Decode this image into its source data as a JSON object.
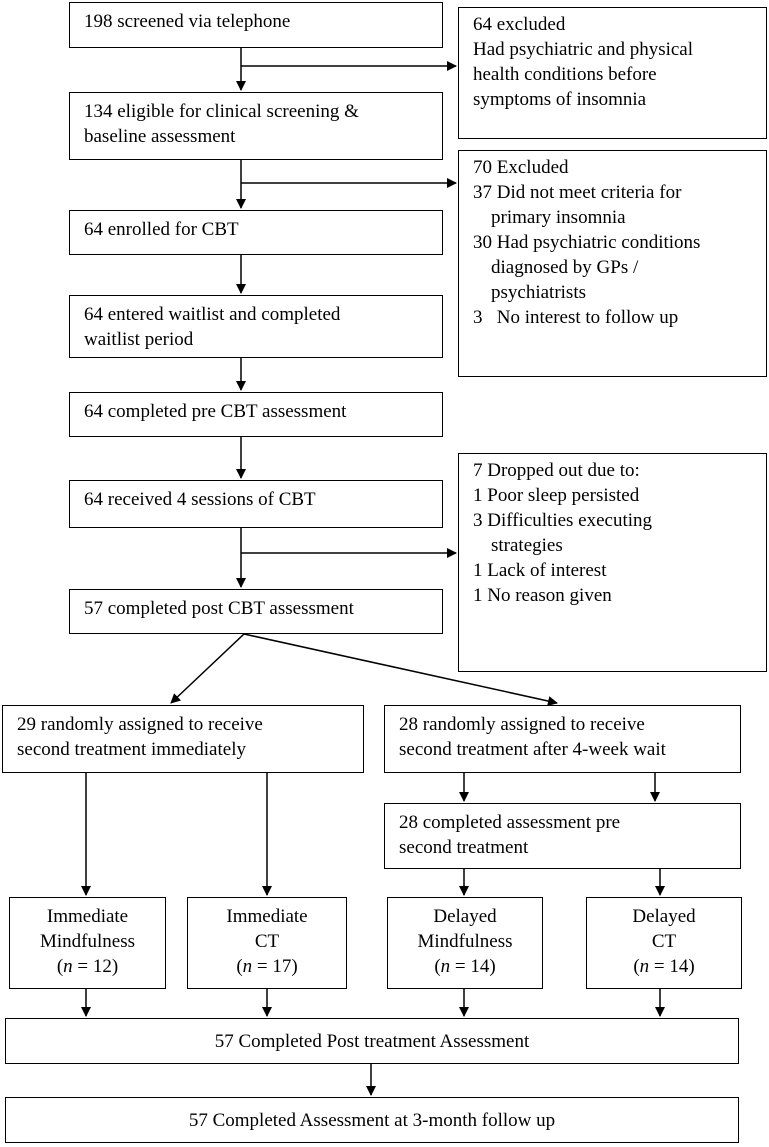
{
  "flow": {
    "screened": "198 screened via telephone",
    "excluded_1": {
      "title": "64 excluded",
      "lines": [
        "Had psychiatric and physical",
        "health conditions before",
        "symptoms of insomnia"
      ]
    },
    "eligible": [
      "134 eligible for clinical screening &",
      "baseline assessment"
    ],
    "excluded_2": {
      "title": "70 Excluded",
      "lines": [
        "37 Did not meet criteria for",
        "primary insomnia",
        "30 Had psychiatric conditions",
        "diagnosed by GPs /",
        "psychiatrists",
        "3   No interest to follow up"
      ]
    },
    "enrolled": "64 enrolled for CBT",
    "waitlist": [
      "64 entered waitlist and completed",
      "waitlist period"
    ],
    "pre_cbt": "64 completed pre CBT assessment",
    "received": "64 received 4 sessions of CBT",
    "dropped": {
      "title": "7 Dropped out due to:",
      "lines": [
        "1 Poor sleep persisted",
        "3 Difficulties executing",
        "strategies",
        "1 Lack of interest",
        "1 No reason given"
      ]
    },
    "post_cbt": "57 completed post CBT assessment",
    "immediate_group": [
      "29 randomly assigned to receive",
      "second treatment immediately"
    ],
    "delayed_group": [
      "28 randomly assigned to receive",
      "second treatment after 4-week wait"
    ],
    "pre_second": [
      "28 completed assessment pre",
      "second treatment"
    ],
    "arms": [
      {
        "line1": "Immediate",
        "line2": "Mindfulness",
        "n_label": "n",
        "n_value": " = 12)"
      },
      {
        "line1": "Immediate",
        "line2": "CT",
        "n_label": "n",
        "n_value": " = 17)"
      },
      {
        "line1": "Delayed",
        "line2": "Mindfulness",
        "n_label": "n",
        "n_value": " = 14)"
      },
      {
        "line1": "Delayed",
        "line2": "CT",
        "n_label": "n",
        "n_value": " = 14)"
      }
    ],
    "post_treatment": "57 Completed Post treatment Assessment",
    "followup": "57 Completed Assessment at 3-month follow up"
  },
  "colors": {
    "stroke": "#000000",
    "background": "#ffffff"
  }
}
